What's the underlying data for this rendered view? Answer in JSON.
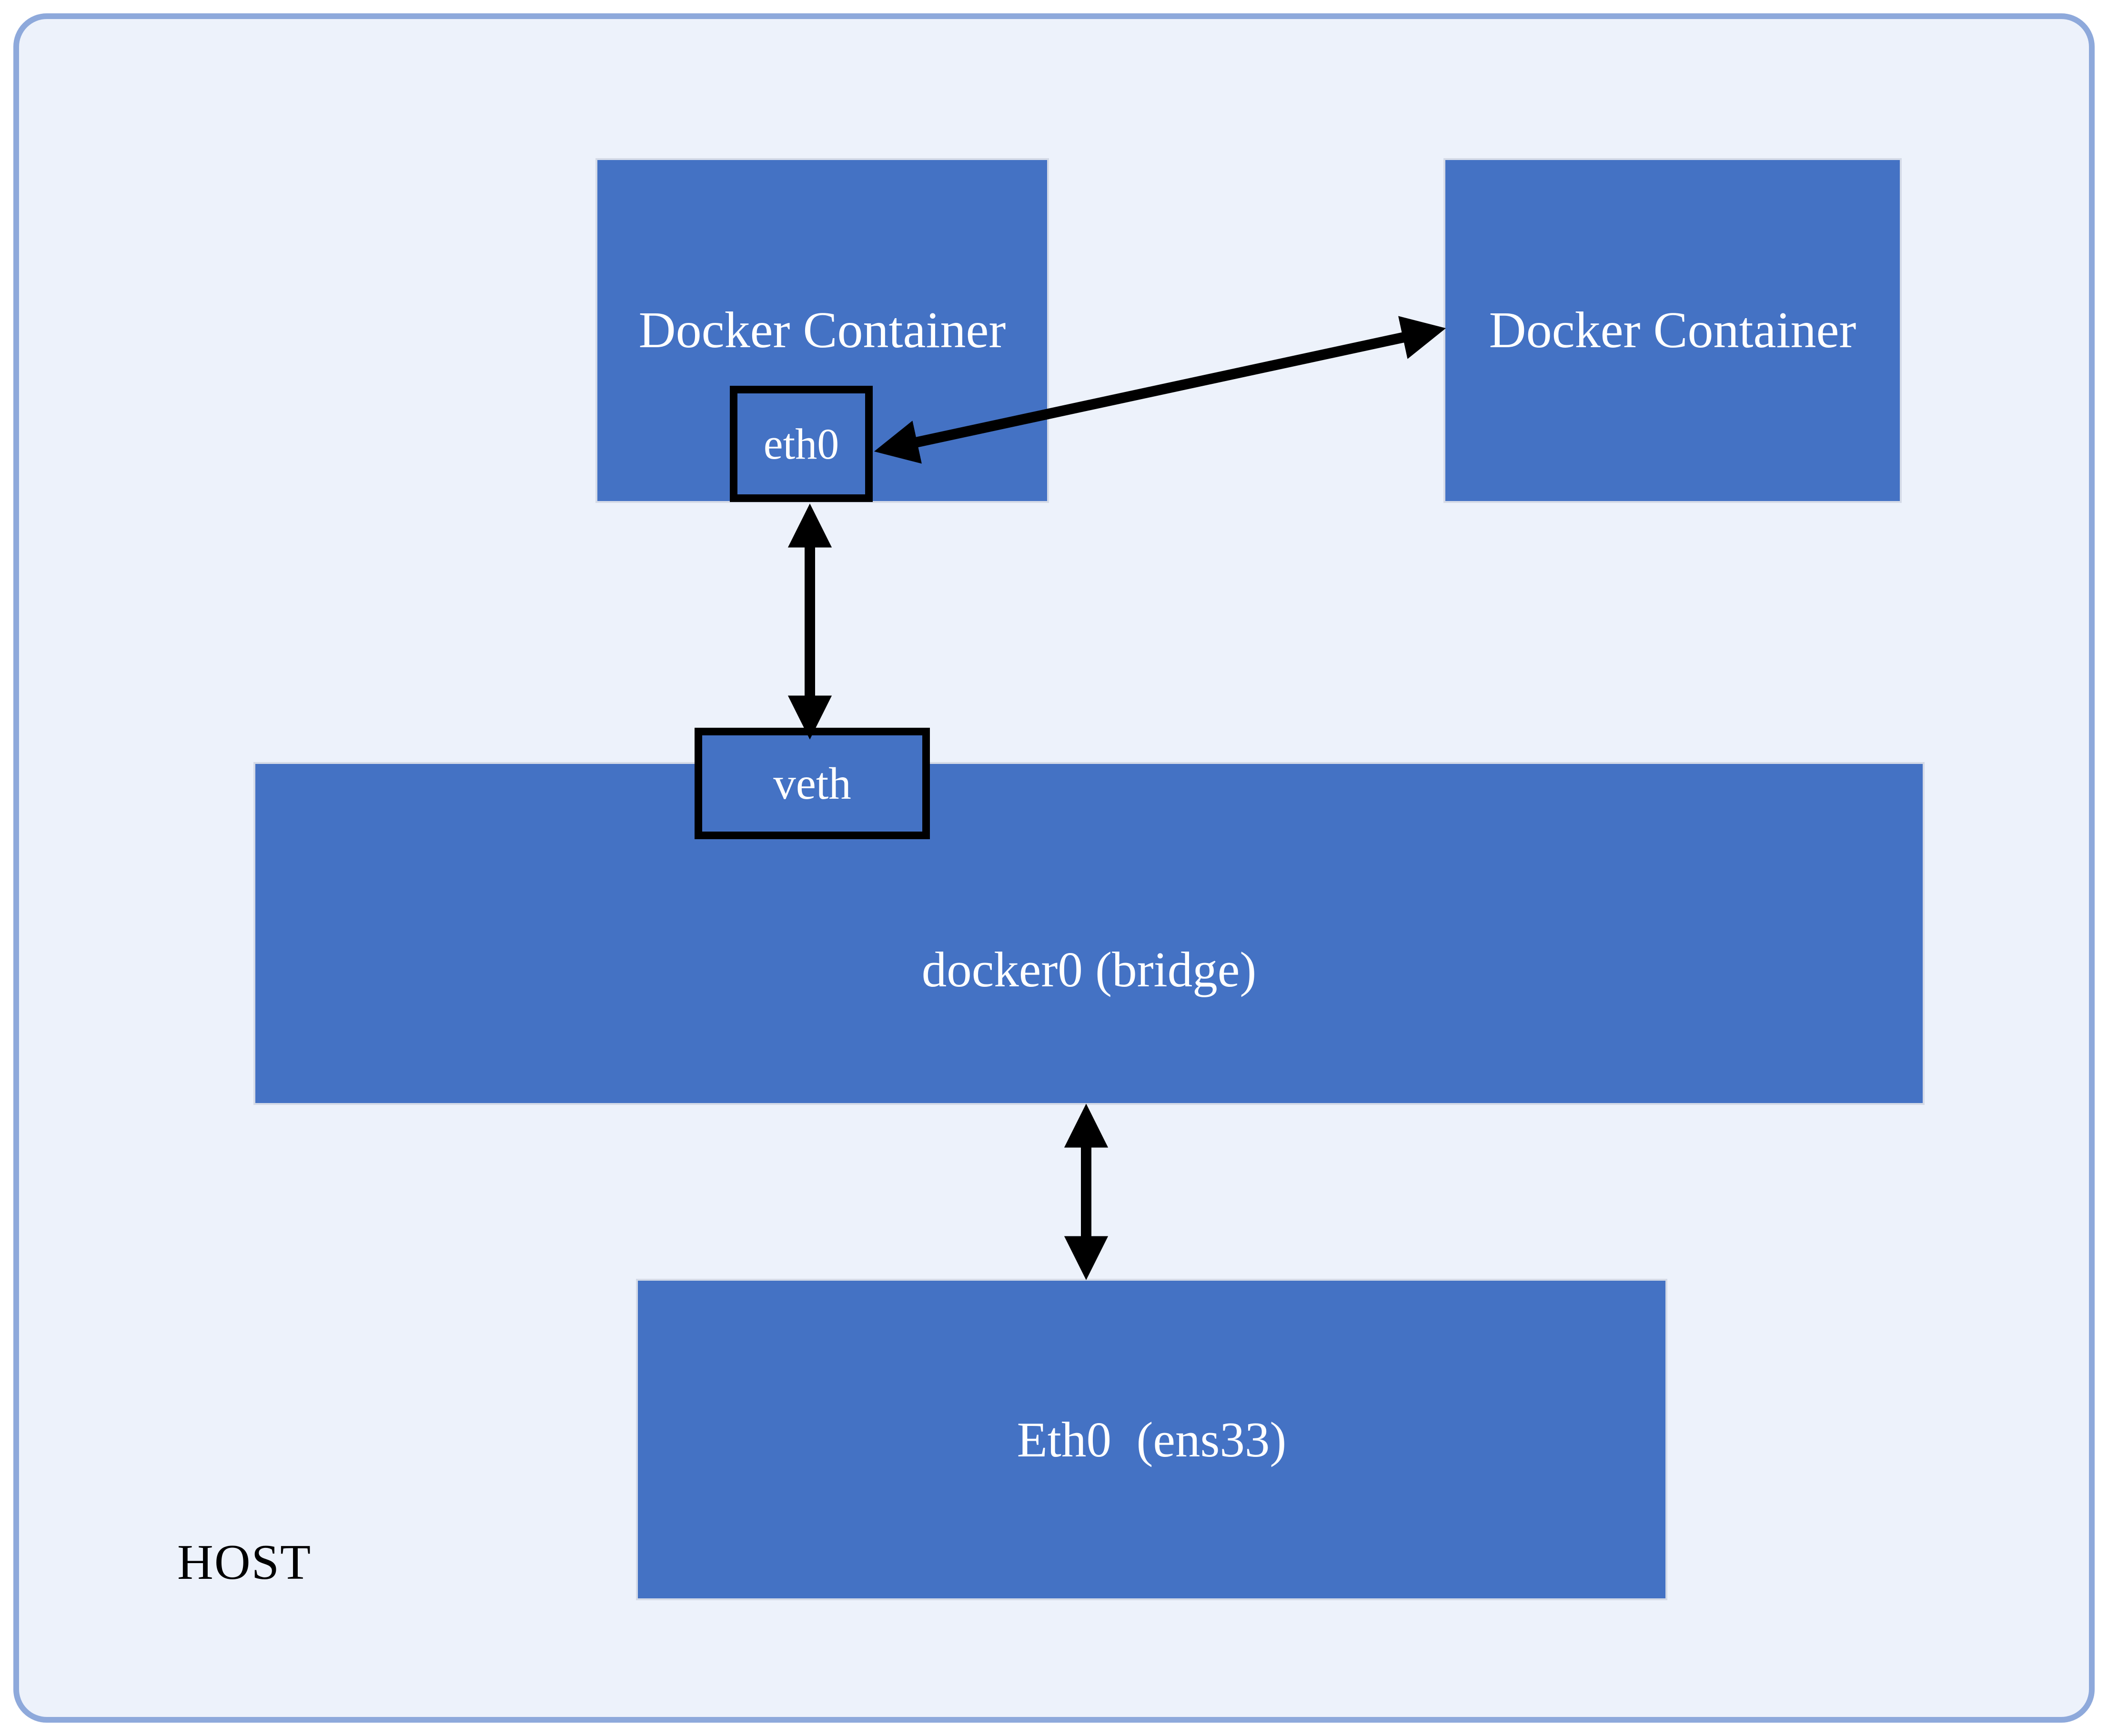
{
  "frame": {
    "host_label": "HOST"
  },
  "nodes": {
    "container_left": {
      "label": "Docker Container"
    },
    "container_right": {
      "label": "Docker Container"
    },
    "eth0_port": {
      "label": "eth0"
    },
    "veth_port": {
      "label": "veth"
    },
    "bridge": {
      "label": "docker0 (bridge)"
    },
    "host_nic": {
      "label": "Eth0  (ens33)"
    }
  },
  "arrows": [
    {
      "name": "eth0-to-veth",
      "type": "double-headed",
      "from": "eth0_port",
      "to": "veth_port"
    },
    {
      "name": "container-to-container",
      "type": "double-headed",
      "from": "eth0_port",
      "to": "container_right"
    },
    {
      "name": "bridge-to-host-nic",
      "type": "double-headed",
      "from": "bridge",
      "to": "host_nic"
    }
  ],
  "colors": {
    "node_fill": "#4472C4",
    "node_edge": "#D5DBE7",
    "node_text": "#FFFFFF",
    "port_border": "#000000",
    "frame_border": "#8EA9DB",
    "frame_bg": "#EDF2FB",
    "page_bg": "#FFFFFF",
    "arrow": "#000000",
    "host_text": "#000000"
  }
}
